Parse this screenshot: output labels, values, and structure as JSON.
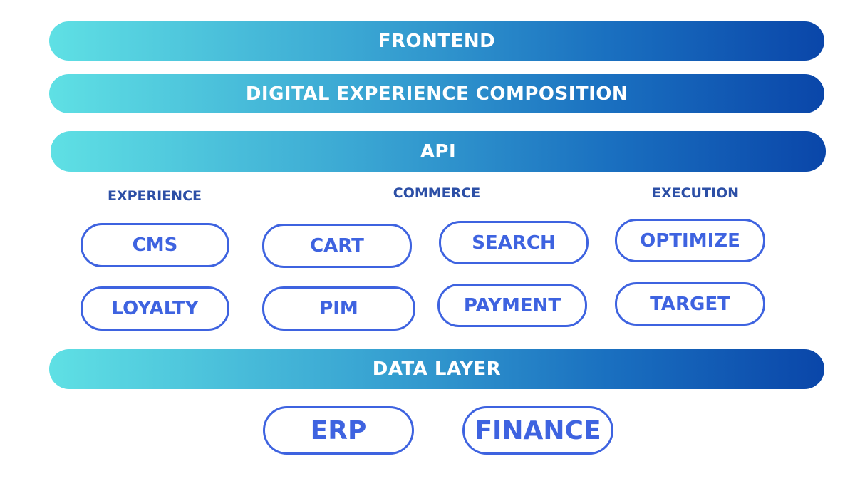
{
  "layers": {
    "frontend": "FRONTEND",
    "dxc": "DIGITAL EXPERIENCE COMPOSITION",
    "api": "API",
    "data_layer": "DATA LAYER"
  },
  "categories": {
    "experience": "EXPERIENCE",
    "commerce": "COMMERCE",
    "execution": "EXECUTION"
  },
  "modules": {
    "cms": "CMS",
    "loyalty": "LOYALTY",
    "cart": "CART",
    "pim": "PIM",
    "search": "SEARCH",
    "payment": "PAYMENT",
    "optimize": "OPTIMIZE",
    "target": "TARGET"
  },
  "backends": {
    "erp": "ERP",
    "finance": "FINANCE"
  },
  "colors": {
    "gradient_start": "#5fe0e4",
    "gradient_end": "#0a46a9",
    "pill_accent": "#3e63e0",
    "category_text": "#2c4fa6"
  }
}
